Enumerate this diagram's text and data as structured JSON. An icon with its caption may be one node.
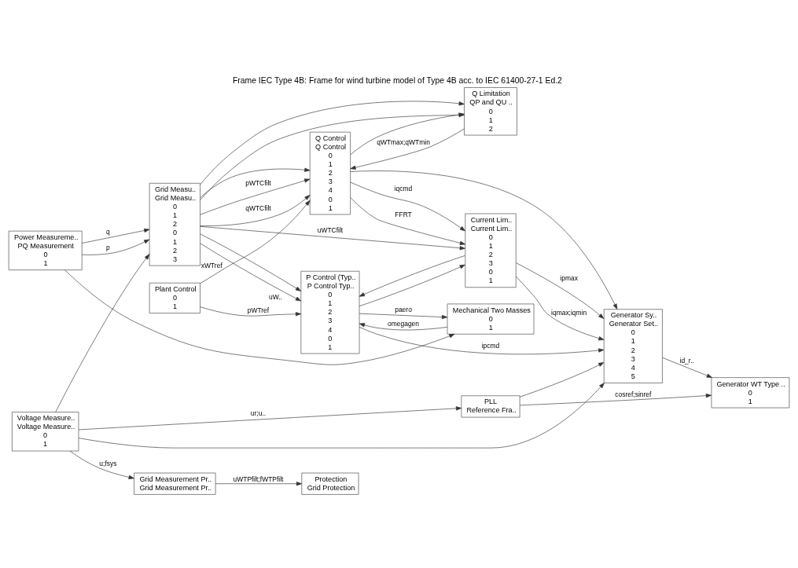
{
  "diagram": {
    "title": "Frame IEC Type 4B: Frame for wind turbine model of Type 4B acc. to IEC 61400-27-1 Ed.2",
    "nodes": [
      {
        "text": [
          "Plant Control",
          "0",
          "1"
        ]
      },
      {
        "text": [
          "Mechanical Two Masses",
          "0",
          "1"
        ]
      },
      {
        "text": [
          "P Control (Typ..",
          "P Control Typ..",
          "0",
          "1",
          "2",
          "3",
          "4",
          "0",
          "1"
        ]
      },
      {
        "text": [
          "Power Measureme..",
          "PQ Measurement",
          "0",
          "1"
        ]
      },
      {
        "text": [
          "Grid Measu..",
          "Grid Measu..",
          "0",
          "1",
          "2",
          "0",
          "1",
          "2",
          "3"
        ]
      },
      {
        "text": [
          "Current Lim..",
          "Current Lim..",
          "0",
          "1",
          "2",
          "3",
          "0",
          "1"
        ]
      },
      {
        "text": [
          "Generator Sy..",
          "Generator Set..",
          "0",
          "1",
          "2",
          "3",
          "4",
          "5"
        ]
      },
      {
        "text": [
          "Generator WT Type ..",
          "0",
          "1"
        ]
      },
      {
        "text": [
          "Q Limitation",
          "QP and QU ..",
          "0",
          "1",
          "2"
        ]
      },
      {
        "text": [
          "Voltage Measure..",
          "Voltage Measure..",
          "0",
          "1"
        ]
      },
      {
        "text": [
          "Q Control",
          "Q Control",
          "0",
          "1",
          "2",
          "3",
          "4",
          "0",
          "1"
        ]
      },
      {
        "text": [
          "PLL",
          "Reference Fra.."
        ]
      },
      {
        "text": [
          "Grid Measurement Pr..",
          "Grid Measurement Pr.."
        ]
      },
      {
        "text": [
          "Protection",
          "Grid Protection"
        ]
      }
    ],
    "edges": [
      {
        "from": 0,
        "to": 2,
        "arrow": "to",
        "label": "pWTref"
      },
      {
        "from": 0,
        "to": 10,
        "arrow": "to",
        "label": "xWTref"
      },
      {
        "from": 2,
        "to": 1,
        "arrow": "to",
        "label": "paero"
      },
      {
        "from": 1,
        "to": 2,
        "arrow": "to",
        "label": "omegagen"
      },
      {
        "from": 3,
        "to": 1,
        "arrow": "to"
      },
      {
        "from": 3,
        "to": 4,
        "arrow": "to",
        "label": "p"
      },
      {
        "from": 3,
        "to": 4,
        "arrow": "to",
        "label": "q"
      },
      {
        "from": 4,
        "to": 2,
        "arrow": "to",
        "label": "uW.."
      },
      {
        "from": 4,
        "to": 2,
        "arrow": "to"
      },
      {
        "from": 4,
        "to": 5,
        "arrow": "to",
        "label": "uWTCfilt"
      },
      {
        "from": 4,
        "to": 8,
        "arrow": "to"
      },
      {
        "from": 4,
        "to": 10,
        "arrow": "to"
      },
      {
        "from": 4,
        "to": 8,
        "arrow": "to"
      },
      {
        "from": 4,
        "to": 10,
        "arrow": "to",
        "label": "pWTCfilt"
      },
      {
        "from": 4,
        "to": 10,
        "arrow": "to",
        "label": "qWTCfilt"
      },
      {
        "from": 9,
        "to": 11,
        "arrow": "to",
        "label": "ur;u.."
      },
      {
        "from": 9,
        "to": 6,
        "arrow": "to"
      },
      {
        "from": 9,
        "to": 4,
        "arrow": "to"
      },
      {
        "from": 9,
        "to": 12,
        "arrow": "to",
        "label": "u;fsys"
      },
      {
        "from": 8,
        "to": 10,
        "arrow": "to",
        "label": "qWTmax;qWTmin"
      },
      {
        "from": 10,
        "to": 5,
        "arrow": "to",
        "label": "FFRT"
      },
      {
        "from": 10,
        "to": 8,
        "arrow": "to"
      },
      {
        "from": 10,
        "to": 5,
        "arrow": "to",
        "label": "iqcmd"
      },
      {
        "from": 10,
        "to": 6,
        "arrow": "to"
      },
      {
        "from": 2,
        "to": 5,
        "arrow": "to"
      },
      {
        "from": 2,
        "to": 6,
        "arrow": "to",
        "label": "ipcmd"
      },
      {
        "from": 5,
        "to": 2,
        "arrow": "to"
      },
      {
        "from": 5,
        "to": 6,
        "arrow": "to",
        "label": "ipmax"
      },
      {
        "from": 5,
        "to": 6,
        "arrow": "to",
        "label": "iqmax;iqmin"
      },
      {
        "from": 6,
        "to": 7,
        "arrow": "to",
        "label": "id_r.."
      },
      {
        "from": 11,
        "to": 6,
        "arrow": "to"
      },
      {
        "from": 11,
        "to": 7,
        "arrow": "to",
        "label": "cosref;sinref"
      },
      {
        "from": 12,
        "to": 13,
        "arrow": "to",
        "label": "uWTPfilt;fWTPfilt"
      }
    ]
  }
}
